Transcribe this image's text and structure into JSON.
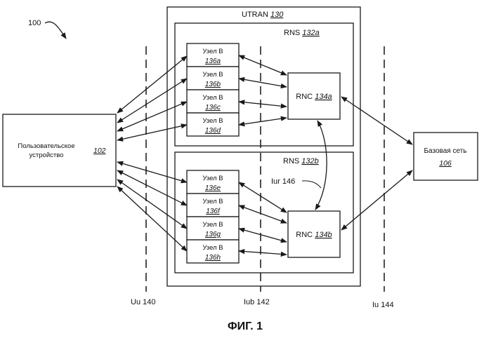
{
  "ref_main": "100",
  "utran": {
    "label": "UTRAN",
    "ref": "130"
  },
  "rns_a": {
    "label": "RNS",
    "ref": "132a"
  },
  "rns_b": {
    "label": "RNS",
    "ref": "132b"
  },
  "node_label": "Узел В",
  "nodes": [
    "136a",
    "136b",
    "136c",
    "136d",
    "136e",
    "136f",
    "136g",
    "136h"
  ],
  "rnc_a": {
    "label": "RNC",
    "ref": "134a"
  },
  "rnc_b": {
    "label": "RNC",
    "ref": "134b"
  },
  "ue": {
    "line1": "Пользовательское",
    "line2": "устройство",
    "ref": "102"
  },
  "core": {
    "label": "Базовая сеть",
    "ref": "106"
  },
  "iur": "Iur 146",
  "interfaces": {
    "uu": "Uu 140",
    "iub": "Iub 142",
    "iu": "Iu 144"
  },
  "figure": "ФИГ. 1"
}
